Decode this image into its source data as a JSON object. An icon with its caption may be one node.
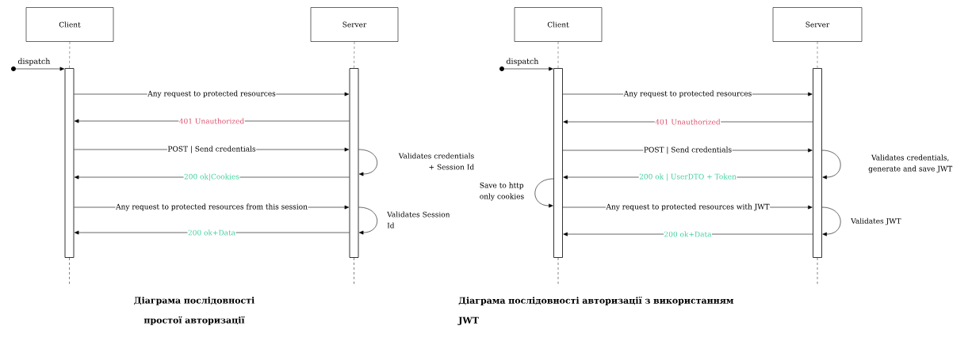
{
  "diagram": {
    "nodes": [
      {
        "text": [
          "Client"
        ]
      },
      {
        "text": [
          "Server"
        ]
      },
      {
        "text": [],
        "shape": "bar"
      },
      {
        "text": [],
        "shape": "bar"
      },
      {
        "text": [],
        "shape": "circle"
      },
      {
        "text": [
          "Client"
        ]
      },
      {
        "text": [
          "Server"
        ]
      },
      {
        "text": [],
        "shape": "bar"
      },
      {
        "text": [],
        "shape": "bar"
      },
      {
        "text": [],
        "shape": "circle"
      }
    ],
    "edges": [
      {
        "from": 0,
        "to": 2,
        "arrow": "none",
        "style": "dashed"
      },
      {
        "from": 1,
        "to": 3,
        "arrow": "none",
        "style": "dashed"
      },
      {
        "from": 4,
        "to": 2,
        "arrow": "to",
        "label": "dispatch"
      },
      {
        "from": 2,
        "to": 3,
        "arrow": "to",
        "label": "Any request to protected resources"
      },
      {
        "from": 3,
        "to": 2,
        "arrow": "to",
        "label": "401 Unauthorized"
      },
      {
        "from": 2,
        "to": 3,
        "arrow": "to",
        "label": "POST | Send credentials"
      },
      {
        "from": 3,
        "to": 3,
        "arrow": "to",
        "label": "Validates credentials + Session Id"
      },
      {
        "from": 3,
        "to": 2,
        "arrow": "to",
        "label": "200 ok|Cookies"
      },
      {
        "from": 2,
        "to": 3,
        "arrow": "to",
        "label": "Any request to protected resources from this session"
      },
      {
        "from": 3,
        "to": 3,
        "arrow": "to",
        "label": "Validates Session Id"
      },
      {
        "from": 3,
        "to": 2,
        "arrow": "to",
        "label": "200 ok+Data"
      },
      {
        "from": 5,
        "to": 7,
        "arrow": "none",
        "style": "dashed"
      },
      {
        "from": 6,
        "to": 8,
        "arrow": "none",
        "style": "dashed"
      },
      {
        "from": 9,
        "to": 7,
        "arrow": "to",
        "label": "dispatch"
      },
      {
        "from": 7,
        "to": 8,
        "arrow": "to",
        "label": "Any request to protected resources"
      },
      {
        "from": 8,
        "to": 7,
        "arrow": "to",
        "label": "401 Unauthorized"
      },
      {
        "from": 7,
        "to": 8,
        "arrow": "to",
        "label": "POST | Send credentials"
      },
      {
        "from": 8,
        "to": 8,
        "arrow": "to",
        "label": "Validates credentials, generate and save JWT"
      },
      {
        "from": 8,
        "to": 7,
        "arrow": "to",
        "label": "200 ok | UserDTO + Token"
      },
      {
        "from": 7,
        "to": 7,
        "arrow": "to",
        "label": "Save to http only cookies"
      },
      {
        "from": 7,
        "to": 8,
        "arrow": "to",
        "label": "Any request to protected resources with JWT"
      },
      {
        "from": 8,
        "to": 8,
        "arrow": "to",
        "label": "Validates JWT"
      },
      {
        "from": 8,
        "to": 7,
        "arrow": "to",
        "label": "200 ok+Data"
      }
    ],
    "labels": [
      "Діаграма послідовності простої авторизації",
      "Діаграма послідовності авторизації з використанням JWT"
    ]
  }
}
